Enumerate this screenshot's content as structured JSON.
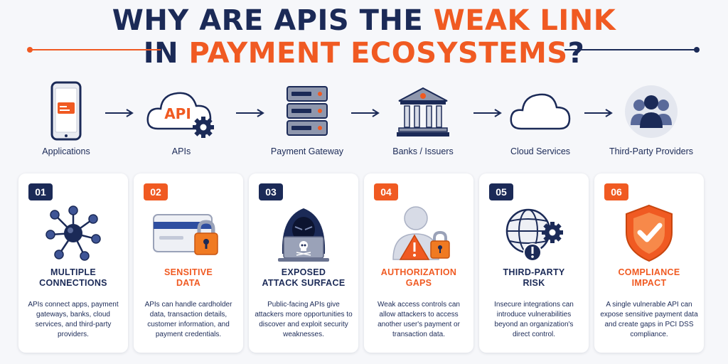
{
  "title": {
    "line1_prefix": "WHY ARE APIS THE ",
    "line1_accent": "WEAK LINK",
    "line2_prefix": "IN ",
    "line2_accent": "PAYMENT ECOSYSTEMS",
    "line2_suffix": "?"
  },
  "colors": {
    "navy": "#1b2a57",
    "orange": "#f05a22",
    "background": "#f6f7fa"
  },
  "flow": [
    {
      "label": "Applications",
      "icon": "smartphone-icon"
    },
    {
      "label": "APIs",
      "icon": "api-cloud-gear-icon",
      "icon_text": "API"
    },
    {
      "label": "Payment Gateway",
      "icon": "server-icon"
    },
    {
      "label": "Banks / Issuers",
      "icon": "bank-icon"
    },
    {
      "label": "Cloud Services",
      "icon": "cloud-icon"
    },
    {
      "label": "Third-Party Providers",
      "icon": "users-group-icon"
    }
  ],
  "cards": [
    {
      "number": "01",
      "title_line1": "MULTIPLE",
      "title_line2": "CONNECTIONS",
      "accent": "navy",
      "icon": "network-nodes-icon",
      "desc": "APIs connect apps, payment gateways, banks, cloud services, and third-party providers."
    },
    {
      "number": "02",
      "title_line1": "SENSITIVE",
      "title_line2": "DATA",
      "accent": "orange",
      "icon": "card-lock-icon",
      "desc": "APIs can handle cardholder data, transaction details, customer information, and payment credentials."
    },
    {
      "number": "03",
      "title_line1": "EXPOSED",
      "title_line2": "ATTACK SURFACE",
      "accent": "navy",
      "icon": "hacker-laptop-icon",
      "desc": "Public-facing APIs give attackers more opportunities to discover and exploit security weaknesses."
    },
    {
      "number": "04",
      "title_line1": "AUTHORIZATION",
      "title_line2": "GAPS",
      "accent": "orange",
      "icon": "user-warning-lock-icon",
      "desc": "Weak access controls can allow attackers to access another user's payment or transaction data."
    },
    {
      "number": "05",
      "title_line1": "THIRD-PARTY",
      "title_line2": "RISK",
      "accent": "navy",
      "icon": "globe-gear-alert-icon",
      "desc": "Insecure integrations can introduce vulnerabilities beyond an organization's direct control."
    },
    {
      "number": "06",
      "title_line1": "COMPLIANCE",
      "title_line2": "IMPACT",
      "accent": "orange",
      "icon": "shield-check-icon",
      "desc": "A single vulnerable API can expose sensitive payment data and create gaps in PCI DSS compliance."
    }
  ]
}
